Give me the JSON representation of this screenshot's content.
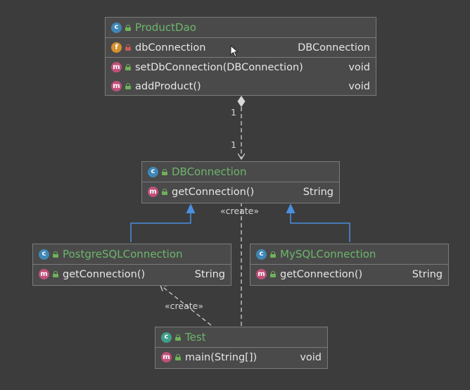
{
  "classes": {
    "productdao": {
      "title": "ProductDao",
      "fields": [
        {
          "name": "dbConnection",
          "type": "DBConnection"
        }
      ],
      "methods": [
        {
          "name": "setDbConnection(DBConnection)",
          "type": "void"
        },
        {
          "name": "addProduct()",
          "type": "void"
        }
      ]
    },
    "dbconnection": {
      "title": "DBConnection",
      "methods": [
        {
          "name": "getConnection()",
          "type": "String"
        }
      ]
    },
    "postgresqlconnection": {
      "title": "PostgreSQLConnection",
      "methods": [
        {
          "name": "getConnection()",
          "type": "String"
        }
      ]
    },
    "mysqlconnection": {
      "title": "MySQLConnection",
      "methods": [
        {
          "name": "getConnection()",
          "type": "String"
        }
      ]
    },
    "test": {
      "title": "Test",
      "methods": [
        {
          "name": "main(String[])",
          "type": "void"
        }
      ]
    }
  },
  "relations": {
    "aggregation": {
      "source_multiplicity": "1",
      "target_multiplicity": "1"
    },
    "create_label_dbconnection": "«create»",
    "create_label_postgres": "«create»"
  },
  "badges": {
    "class": "c",
    "method": "m",
    "field": "f"
  },
  "colors": {
    "background": "#3c3c3c",
    "class_title": "#6db66b",
    "inheritance_arrow": "#4a8fe0",
    "text": "#e6e6e6"
  }
}
